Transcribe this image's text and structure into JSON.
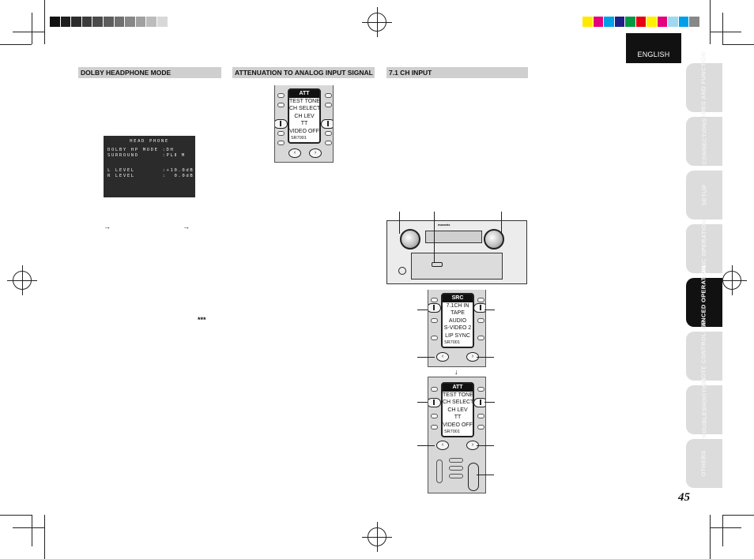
{
  "header": {
    "language_tab": "ENGLISH",
    "colors": {
      "gray_ramp": [
        "#111111",
        "#1e1e1e",
        "#2c2c2c",
        "#3b3b3b",
        "#4a4a4a",
        "#5d5d5d",
        "#707070",
        "#878787",
        "#a0a0a0",
        "#bcbcbc",
        "#d8d8d8",
        "#ffffff"
      ],
      "color_bar": [
        "#ffe800",
        "#e4007f",
        "#00a0e9",
        "#1d2088",
        "#009944",
        "#e60012",
        "#fff100",
        "#e4007f",
        "#a0d8ef",
        "#00a0e9",
        "#888888"
      ]
    }
  },
  "side_tabs": [
    {
      "label": "NAMES AND FUNCTION",
      "active": false
    },
    {
      "label": "CONNECTIONS",
      "active": false
    },
    {
      "label": "SETUP",
      "active": false
    },
    {
      "label": "BASIC OPERATION",
      "active": false
    },
    {
      "label": "ADVANCED OPERATION",
      "active": true
    },
    {
      "label": "REMOTE CONTROLLER",
      "active": false
    },
    {
      "label": "TROUBLESHOOTING",
      "active": false
    },
    {
      "label": "OTHERS",
      "active": false
    }
  ],
  "page_number": "45",
  "sections": {
    "dolby": {
      "heading": "DOLBY HEADPHONE MODE",
      "osd": {
        "title": "HEAD PHONE",
        "lines": [
          "DOLBY HP MODE :DH",
          "SURROUND      :PLⅡ M",
          "L LEVEL       :+10.0dB",
          "R LEVEL       :  0.0dB"
        ]
      },
      "arrow1": "→",
      "arrow2": "→",
      "stars": "***"
    },
    "attenuation": {
      "heading": "ATTENUATION TO ANALOG INPUT SIGNAL",
      "lcd": [
        "ATT",
        "TEST TONE",
        "CH SELECT",
        "CH LEV",
        "TT",
        "VIDEO OFF",
        "SR7001"
      ]
    },
    "ch71": {
      "heading": "7.1 CH INPUT",
      "lcd_top": [
        "SRC",
        "7.1CH IN",
        "TAPE",
        "AUDIO",
        "S-VIDEO 2",
        "LIP SYNC",
        "SR7001"
      ],
      "down_arrow": "↓",
      "lcd_bottom": [
        "ATT",
        "TEST TONE",
        "CH SELECT",
        "CH LEV",
        "TT",
        "VIDEO OFF",
        "SR7001"
      ],
      "receiver_brand": "marantz"
    }
  }
}
